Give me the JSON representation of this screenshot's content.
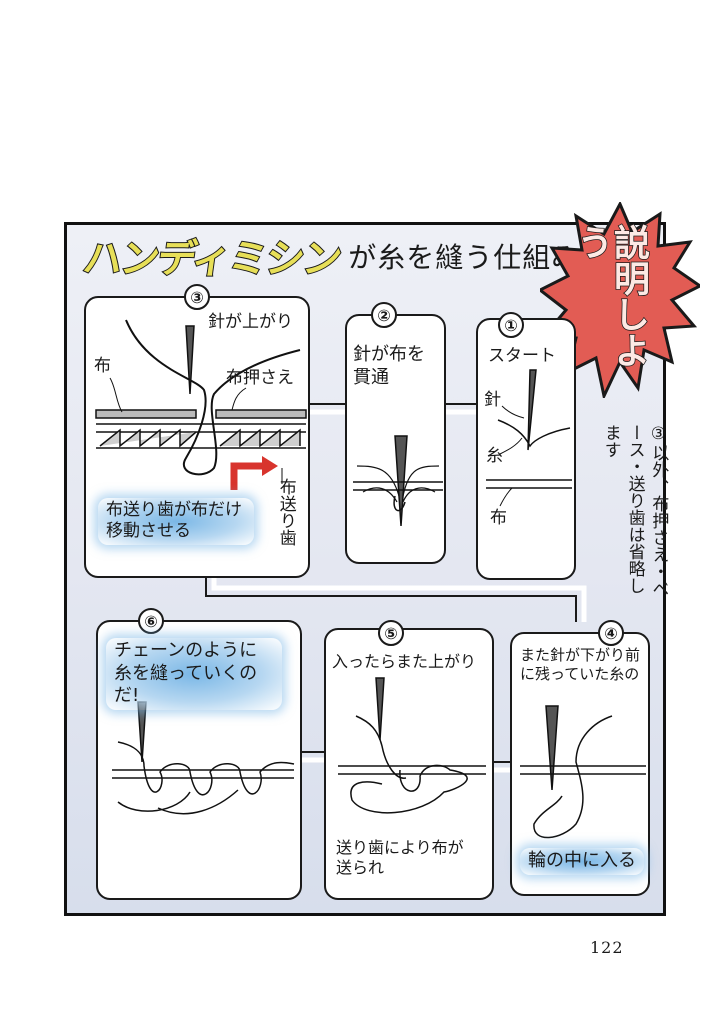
{
  "title": {
    "main": "ハンディミシン",
    "rest": "が糸を縫う仕組み"
  },
  "burst": {
    "text": "説明しよう"
  },
  "note": {
    "text": "③以外、布押さえ・ベース・送り歯は省略します"
  },
  "page_number": "122",
  "colors": {
    "title_fill": "#e7df58",
    "burst_fill": "#e25c54",
    "highlight": "#7ab7e6",
    "arrow": "#d8342d",
    "background_top": "#eef0f6",
    "background_bottom": "#d7deec"
  },
  "steps": [
    {
      "num": "①",
      "caption": "スタート",
      "labels": {
        "needle": "針",
        "thread": "糸",
        "cloth": "布"
      }
    },
    {
      "num": "②",
      "caption": "針が布を貫通"
    },
    {
      "num": "③",
      "caption": "針が上がり",
      "labels": {
        "cloth": "布",
        "presser": "布押さえ",
        "feed": "布送り歯"
      },
      "highlight": "布送り歯が布だけ移動させる"
    },
    {
      "num": "④",
      "caption": "また針が下がり前に残っていた糸の",
      "highlight": "輪の中に入る"
    },
    {
      "num": "⑤",
      "caption": "入ったらまた上がり",
      "bottom": "送り歯により布が送られ"
    },
    {
      "num": "⑥",
      "highlight": "チェーンのように糸を縫っていくのだ!"
    }
  ]
}
